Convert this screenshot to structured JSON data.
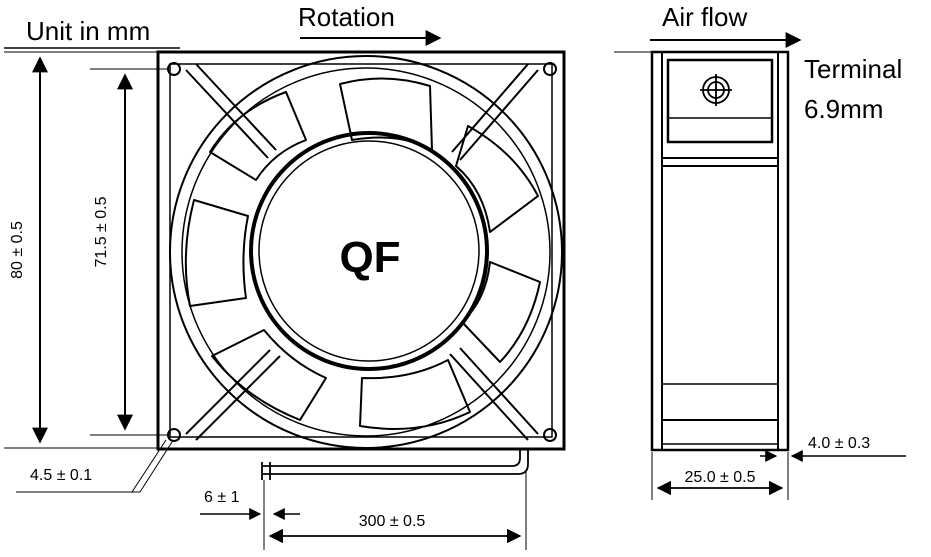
{
  "labels": {
    "unit": "Unit in mm",
    "rotation": "Rotation",
    "air_flow": "Air flow",
    "terminal_line1": "Terminal",
    "terminal_line2": "6.9mm",
    "brand": "QF",
    "dim_outer_height": "80 ± 0.5",
    "dim_hole_spacing": "71.5 ± 0.5",
    "dim_hole_dia": "4.5 ± 0.1",
    "dim_lead_strip": "6 ± 1",
    "dim_lead_length": "300 ± 0.5",
    "dim_depth": "25.0 ± 0.5",
    "dim_flange": "4.0 ± 0.3"
  }
}
